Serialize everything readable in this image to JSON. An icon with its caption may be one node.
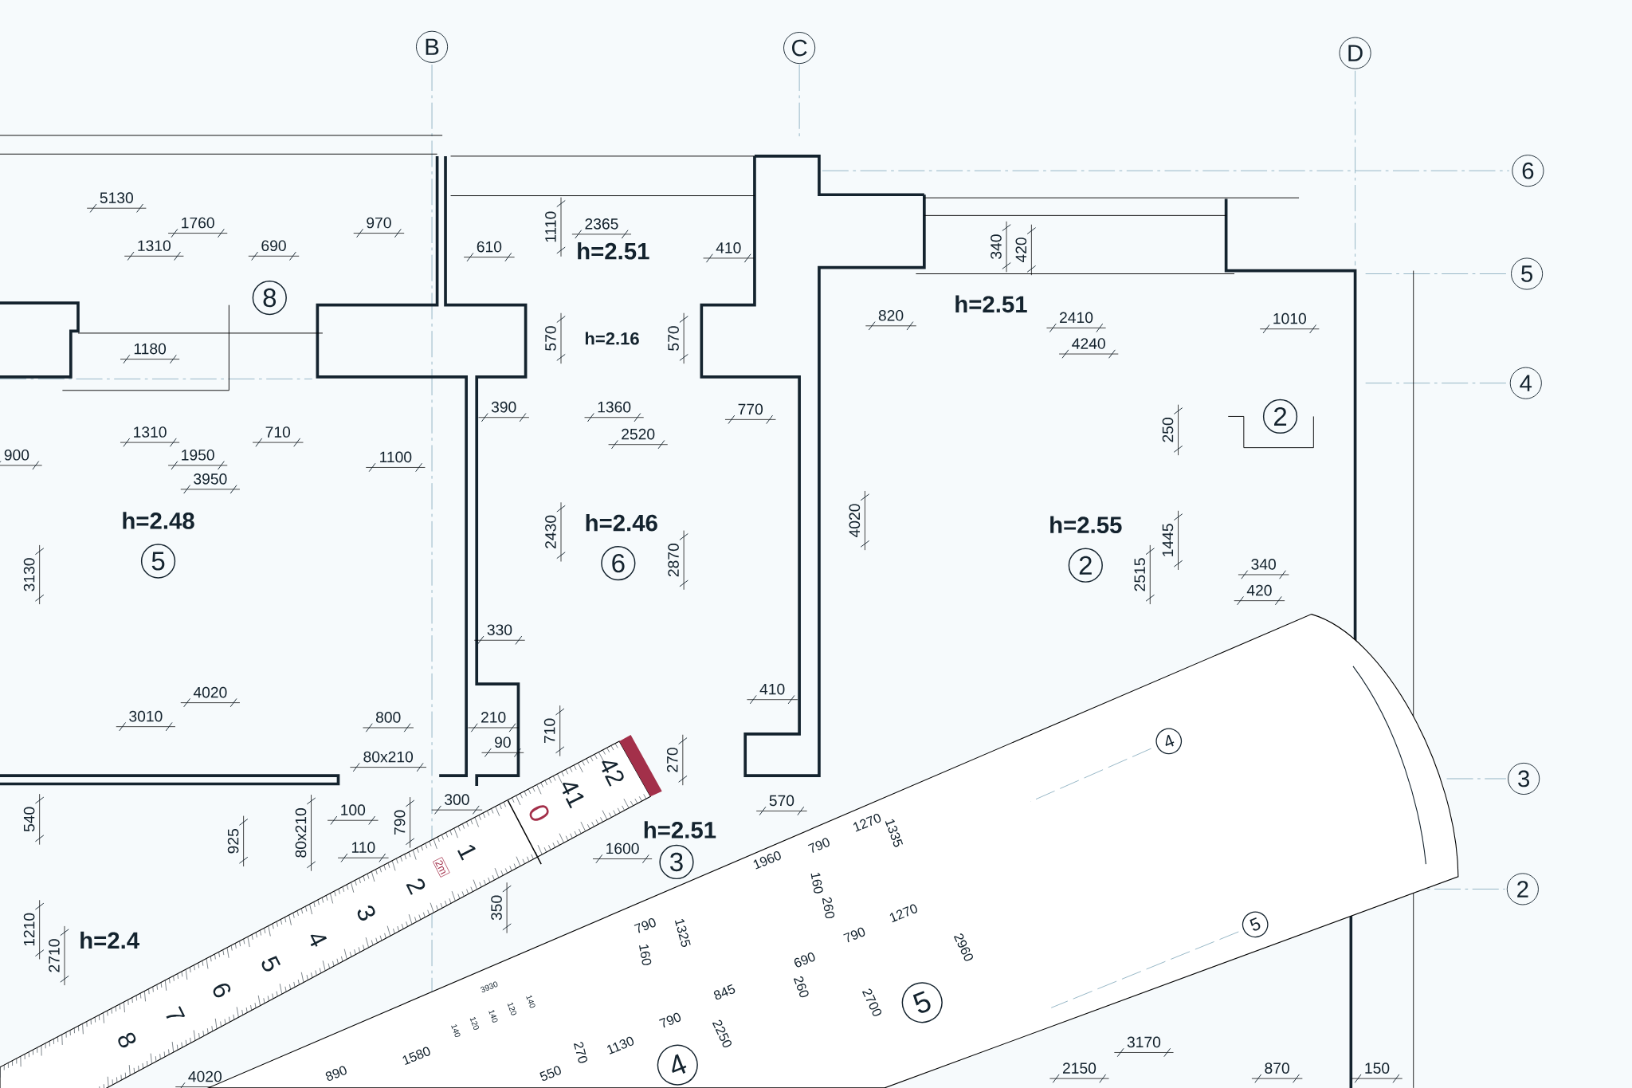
{
  "diagram": {
    "labels": [
      "B",
      "C",
      "D",
      "6",
      "5130",
      "1760",
      "970",
      "2365",
      "1110",
      "1310",
      "690",
      "610",
      "h=2.51",
      "410",
      "340",
      "420",
      "5",
      "8",
      "h=2.51",
      "820",
      "2410",
      "1010",
      "570",
      "h=2.16",
      "570",
      "4240",
      "1180",
      "4",
      "390",
      "1360",
      "770",
      "2",
      "250",
      "1310",
      "710",
      "2520",
      "900",
      "1950",
      "1100",
      "3950",
      "h=2.48",
      "h=2.46",
      "4020",
      "h=2.55",
      "2430",
      "1445",
      "5",
      "6",
      "2870",
      "2",
      "3130",
      "2515",
      "340",
      "420",
      "330",
      "4020",
      "410",
      "3010",
      "800",
      "210",
      "710",
      "90",
      "80x210",
      "270",
      "3",
      "300",
      "570",
      "100",
      "540",
      "790",
      "h=2.51",
      "80x210",
      "925",
      "110",
      "1600",
      "3",
      "2",
      "350",
      "1210",
      "2710",
      "h=2.4",
      "3170",
      "2150",
      "870",
      "150",
      "4020",
      "42",
      "41",
      "0",
      "1",
      "2m",
      "2",
      "3",
      "4",
      "5",
      "6",
      "7",
      "8",
      "4",
      "1960",
      "790",
      "1270",
      "1335",
      "160",
      "260",
      "1270",
      "790",
      "1325",
      "790",
      "5",
      "160",
      "2960",
      "690",
      "845",
      "260",
      "2700",
      "5",
      "3930",
      "140",
      "120",
      "140",
      "120",
      "140",
      "790",
      "2250",
      "890",
      "1580",
      "550",
      "270",
      "1130",
      "4"
    ]
  }
}
